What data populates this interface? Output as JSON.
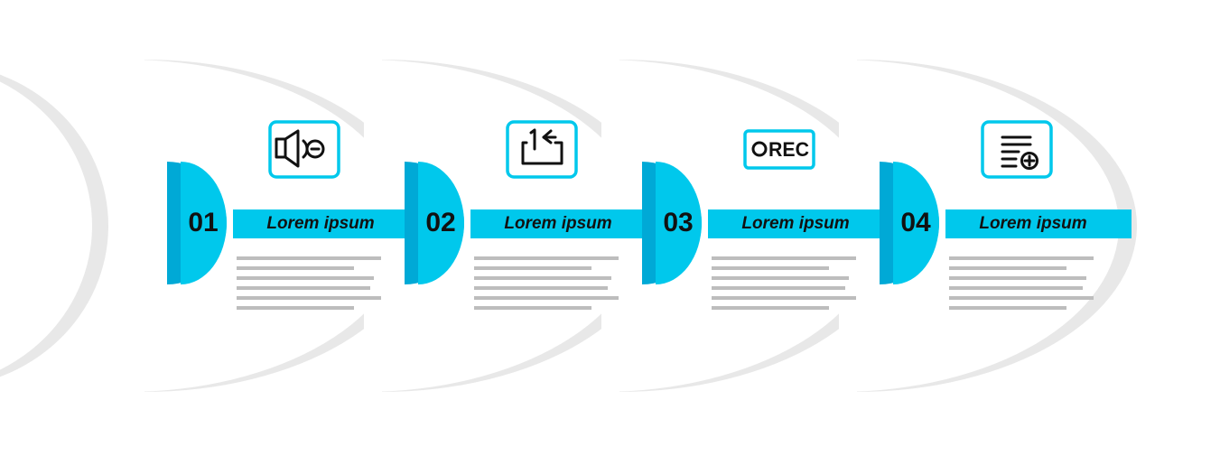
{
  "colors": {
    "accent": "#00c8ec",
    "accent_dark": "#00a9d6",
    "shadow": "#e8e8e8",
    "text_line": "#bdbdbd",
    "text": "#111111",
    "background": "#ffffff"
  },
  "steps": [
    {
      "number": "01",
      "title": "Lorem ipsum",
      "icon": "speaker-mute-icon"
    },
    {
      "number": "02",
      "title": "Lorem ipsum",
      "icon": "repeat-one-icon"
    },
    {
      "number": "03",
      "title": "Lorem ipsum",
      "icon": "record-rec-icon",
      "icon_text": "REC"
    },
    {
      "number": "04",
      "title": "Lorem ipsum",
      "icon": "add-to-playlist-icon"
    }
  ]
}
